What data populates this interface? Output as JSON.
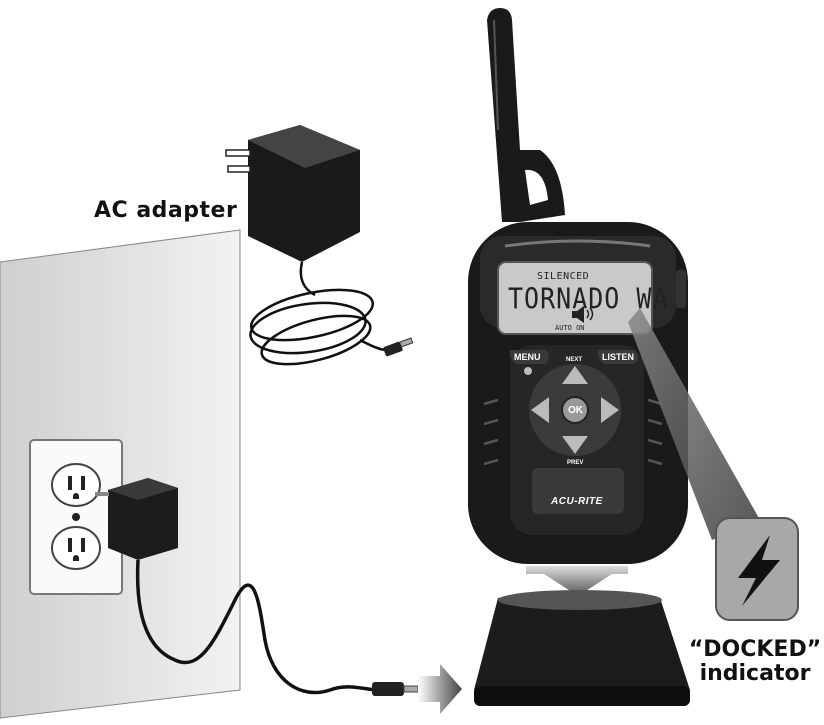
{
  "labels": {
    "ac_adapter": "AC adapter",
    "docked_line1": "“DOCKED”",
    "docked_line2": "indicator"
  },
  "radio": {
    "brand": "ACU-RITE",
    "display": {
      "status": "SILENCED",
      "message": "TORNADO WA",
      "mode": "AUTO ON"
    },
    "keys": {
      "menu": "MENU",
      "listen": "LISTEN",
      "next": "NEXT",
      "prev": "PREV",
      "ok": "OK"
    }
  },
  "icons": [
    "ac-adapter-icon",
    "power-outlet-icon",
    "lightning-bolt-icon",
    "arrow-right-icon",
    "arrow-down-icon",
    "speaker-icon"
  ],
  "colors": {
    "radio_body": "#1a1a1a",
    "lcd": "#c9c9c9",
    "wall": "#d9d9d9",
    "indicator_box": "#a8a8a8"
  }
}
